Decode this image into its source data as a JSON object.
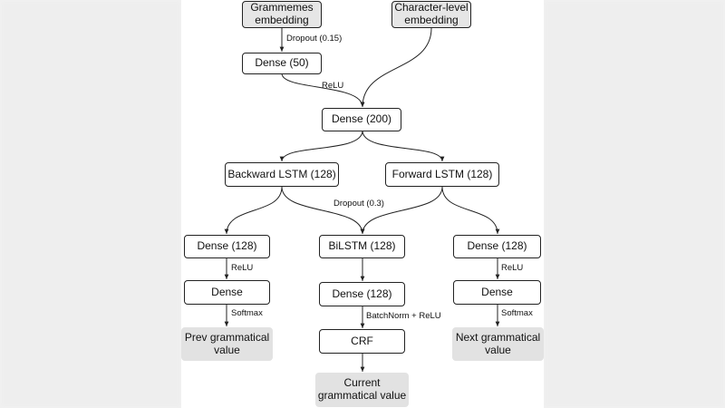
{
  "nodes": {
    "grammemes_embedding": "Grammemes embedding",
    "character_embedding": "Character-level embedding",
    "dense_50": "Dense (50)",
    "dense_200": "Dense (200)",
    "backward_lstm": "Backward LSTM (128)",
    "forward_lstm": "Forward LSTM (128)",
    "dense_128_left": "Dense (128)",
    "bilstm": "BiLSTM (128)",
    "dense_128_right": "Dense (128)",
    "dense_left": "Dense",
    "dense_128_center": "Dense (128)",
    "dense_right": "Dense",
    "crf": "CRF",
    "prev_value": "Prev grammatical value",
    "current_value": "Current grammatical value",
    "next_value": "Next grammatical value"
  },
  "edge_labels": {
    "dropout_015": "Dropout (0.15)",
    "relu_top": "ReLU",
    "dropout_03": "Dropout (0.3)",
    "relu_left": "ReLU",
    "relu_right": "ReLU",
    "softmax_left": "Softmax",
    "softmax_right": "Softmax",
    "batchnorm_relu": "BatchNorm + ReLU"
  }
}
